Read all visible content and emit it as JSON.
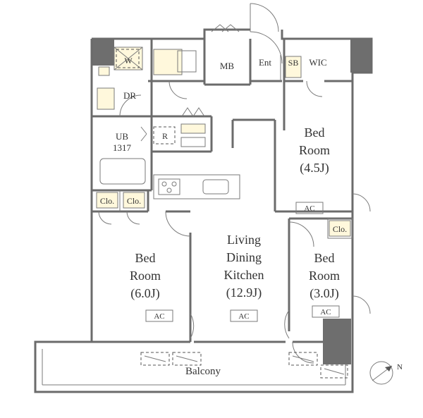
{
  "labels": {
    "w": "W",
    "dr": "DR",
    "mb": "MB",
    "ent": "Ent",
    "sb": "SB",
    "wic": "WIC",
    "r": "R",
    "ub": "UB",
    "ub_size": "1317",
    "clo1": "Clo.",
    "clo2": "Clo.",
    "clo3": "Clo.",
    "bed_a": "Bed",
    "room_a": "Room",
    "size_a": "(4.5J)",
    "bed_b": "Bed",
    "room_b": "Room",
    "size_b": "(6.0J)",
    "ldk1": "Living",
    "ldk2": "Dining",
    "ldk3": "Kitchen",
    "size_ldk": "(12.9J)",
    "bed_c": "Bed",
    "room_c": "Room",
    "size_c": "(3.0J)",
    "ac1": "AC",
    "ac2": "AC",
    "ac3": "AC",
    "ac4": "AC",
    "balcony": "Balcony",
    "north": "N"
  },
  "colors": {
    "wall": "#6b6b6b",
    "fixture_fill": "#fff8dc",
    "line": "#7a7a7a"
  }
}
